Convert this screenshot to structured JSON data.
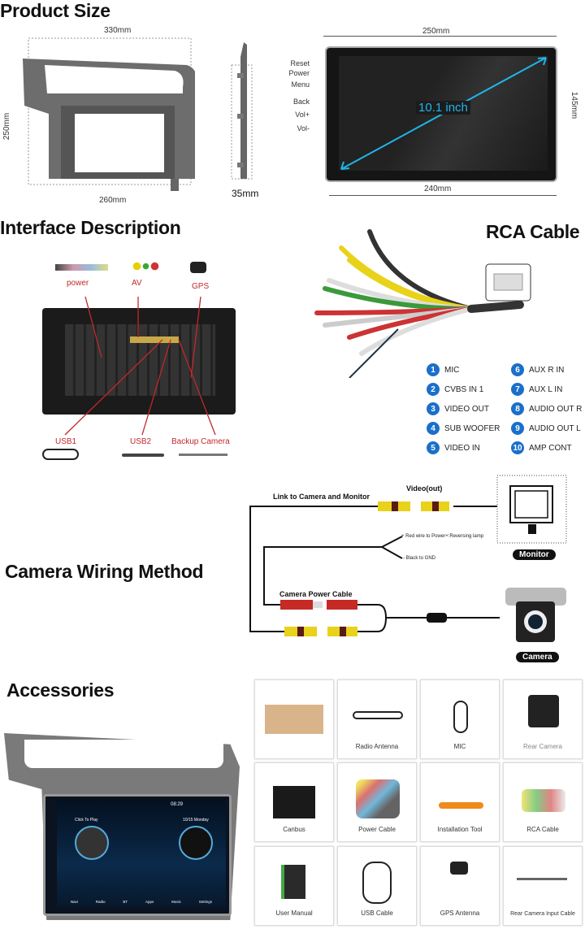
{
  "product_size": {
    "title": "Product Size",
    "frame_width": "330mm",
    "frame_height": "250mm",
    "frame_inner_width": "260mm",
    "depth": "35mm",
    "screen_width_outer": "250mm",
    "screen_width_inner": "240mm",
    "screen_height": "145mm",
    "diagonal": "10.1 inch",
    "side_buttons": [
      "Reset",
      "Power",
      "Menu",
      "Back",
      "Vol+",
      "Vol-"
    ]
  },
  "interface": {
    "title": "Interface Description",
    "labels": {
      "power": "power",
      "av": "AV",
      "gps": "GPS",
      "usb1": "USB1",
      "usb2": "USB2",
      "backup": "Backup Camera"
    }
  },
  "rca": {
    "title": "RCA Cable",
    "items": [
      {
        "n": "1",
        "label": "MIC"
      },
      {
        "n": "2",
        "label": "CVBS IN 1"
      },
      {
        "n": "3",
        "label": "VIDEO OUT"
      },
      {
        "n": "4",
        "label": "SUB WOOFER"
      },
      {
        "n": "5",
        "label": "VIDEO IN"
      },
      {
        "n": "6",
        "label": "AUX R IN"
      },
      {
        "n": "7",
        "label": "AUX L IN"
      },
      {
        "n": "8",
        "label": "AUDIO OUT R"
      },
      {
        "n": "9",
        "label": "AUDIO OUT L"
      },
      {
        "n": "10",
        "label": "AMP CONT"
      }
    ]
  },
  "camera_wiring": {
    "title": "Camera Wiring Method",
    "link_label": "Link to Camera and Monitor",
    "video_out": "Video(out)",
    "red_wire": "+ Red wire to Power+:Reversing lamp",
    "black_wire": "- Black to GND",
    "power_cable": "Camera Power Cable",
    "monitor": "Monitor",
    "camera": "Camera"
  },
  "accessories": {
    "title": "Accessories",
    "items": [
      "",
      "Radio Antenna",
      "MIC",
      "Rear Camera",
      "Canbus",
      "Power Cable",
      "Installation Tool",
      "RCA Cable",
      "User Manual",
      "USB Cable",
      "GPS Antenna",
      "Rear Camera Input Cable"
    ],
    "screen": {
      "time": "08:29",
      "click_to_play": "Click To Play",
      "date": "10/15 Monday",
      "dock": [
        "Navi",
        "Radio",
        "BT",
        "Apps",
        "Music",
        "Settings"
      ]
    }
  },
  "colors": {
    "accent_blue": "#1a6fc9",
    "diagonal": "#1fb6e8",
    "label_red": "#c0282d"
  }
}
